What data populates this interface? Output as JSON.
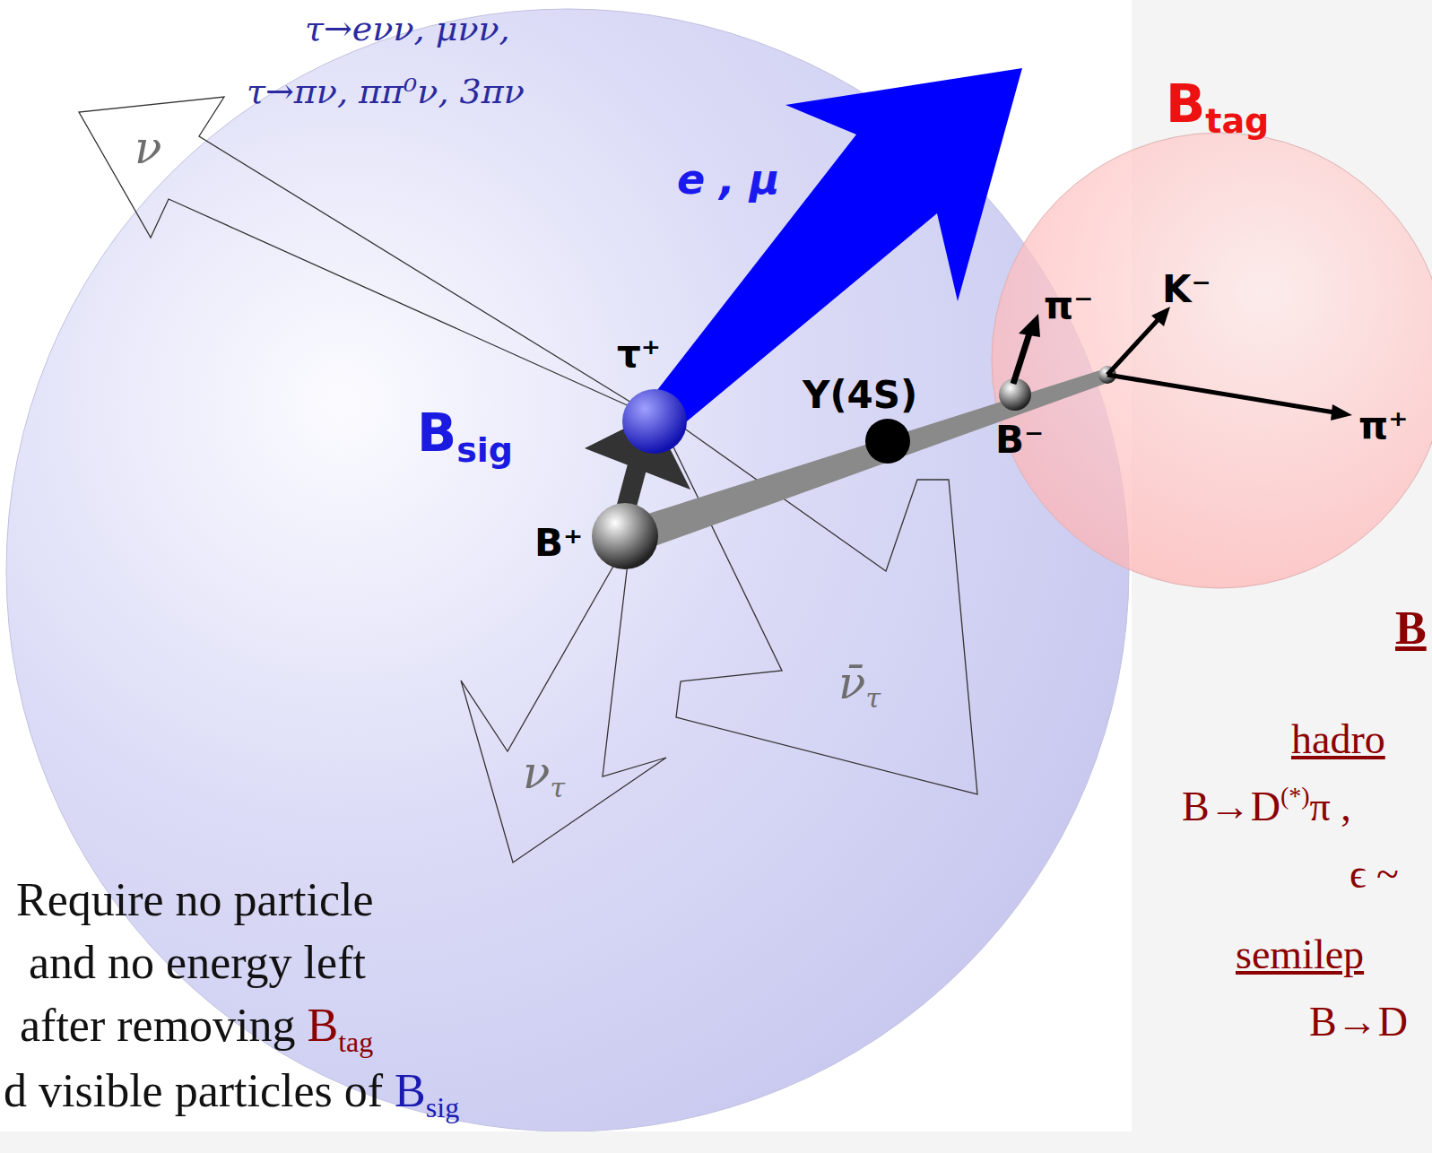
{
  "diagram": {
    "nodes": [
      {
        "text": [
          "B",
          "sig"
        ]
      },
      {
        "text": [
          "B",
          "tag"
        ]
      }
    ],
    "labels": [
      "τ→eνν, μνν,",
      "τ→πν, ππ⁰ν, 3πν",
      "ν",
      "e , μ",
      "τ⁺",
      "Y(4S)",
      "B⁺",
      "B⁻",
      "π⁻",
      "K⁻",
      "π⁺",
      "ν̄",
      "τ",
      "ν",
      "τ",
      "Require no particle",
      "and no energy left",
      "after removing",
      "B",
      "tag",
      "d visible particles of",
      "B",
      "sig",
      "B",
      "hadro",
      "B→D",
      "(*)",
      "π ,",
      "ϵ ~",
      "semilep",
      "B→D"
    ]
  }
}
